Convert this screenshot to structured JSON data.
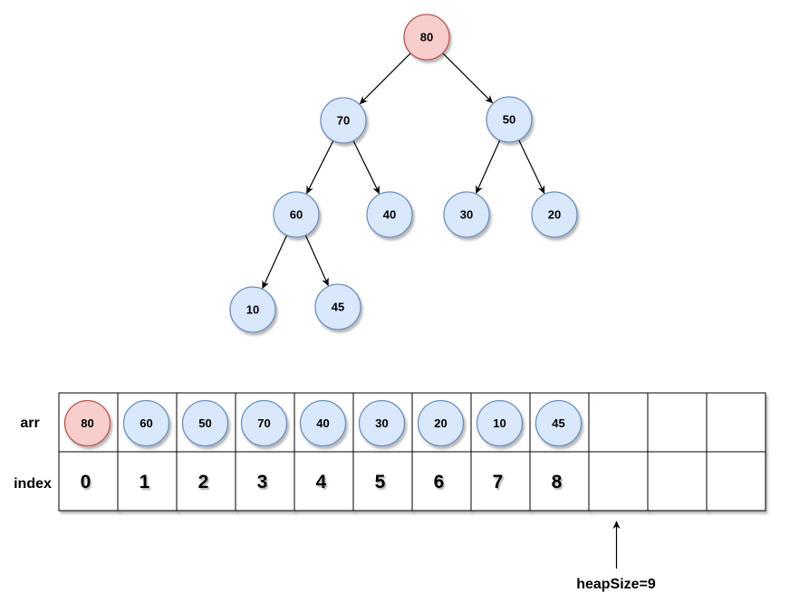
{
  "tree": {
    "nodes": [
      {
        "id": "n80",
        "label": "80",
        "highlight": true
      },
      {
        "id": "n70",
        "label": "70",
        "highlight": false
      },
      {
        "id": "n50",
        "label": "50",
        "highlight": false
      },
      {
        "id": "n60",
        "label": "60",
        "highlight": false
      },
      {
        "id": "n40",
        "label": "40",
        "highlight": false
      },
      {
        "id": "n30",
        "label": "30",
        "highlight": false
      },
      {
        "id": "n20",
        "label": "20",
        "highlight": false
      },
      {
        "id": "n10",
        "label": "10",
        "highlight": false
      },
      {
        "id": "n45",
        "label": "45",
        "highlight": false
      }
    ],
    "edges": [
      [
        "n80",
        "n70"
      ],
      [
        "n80",
        "n50"
      ],
      [
        "n70",
        "n60"
      ],
      [
        "n70",
        "n40"
      ],
      [
        "n50",
        "n30"
      ],
      [
        "n50",
        "n20"
      ],
      [
        "n60",
        "n10"
      ],
      [
        "n60",
        "n45"
      ]
    ]
  },
  "array": {
    "row_label": "arr",
    "index_label": "index",
    "capacity": 12,
    "values": [
      "80",
      "60",
      "50",
      "70",
      "40",
      "30",
      "20",
      "10",
      "45"
    ],
    "highlight_index": 0,
    "indices": [
      "0",
      "1",
      "2",
      "3",
      "4",
      "5",
      "6",
      "7",
      "8"
    ]
  },
  "pointer": {
    "label": "heapSize=9",
    "points_to_slot": 9
  },
  "colors": {
    "node_fill": "#dae8fc",
    "node_stroke": "#6c8ebf",
    "highlight_fill": "#f8cecc",
    "highlight_stroke": "#b85450"
  }
}
